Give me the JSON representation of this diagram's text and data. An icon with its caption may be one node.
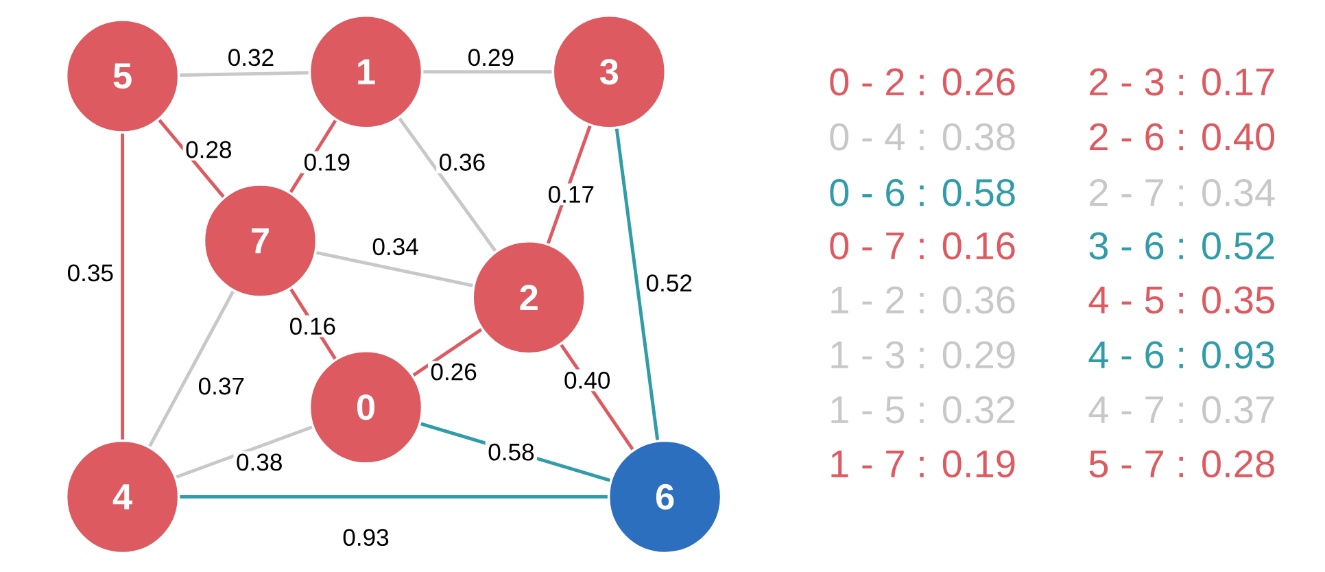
{
  "diagram": {
    "nodes": [
      {
        "text": [
          "5"
        ]
      },
      {
        "text": [
          "1"
        ]
      },
      {
        "text": [
          "3"
        ]
      },
      {
        "text": [
          "7"
        ]
      },
      {
        "text": [
          "2"
        ]
      },
      {
        "text": [
          "0"
        ]
      },
      {
        "text": [
          "4"
        ]
      },
      {
        "text": [
          "6"
        ]
      }
    ],
    "edges": [
      {
        "from": 5,
        "to": 4,
        "arrow": "none",
        "label": "0.26",
        "color": "#dc5a60"
      },
      {
        "from": 5,
        "to": 6,
        "arrow": "none",
        "label": "0.38",
        "color": "#c8c8c8"
      },
      {
        "from": 5,
        "to": 7,
        "arrow": "none",
        "label": "0.58",
        "color": "#2f9ca8"
      },
      {
        "from": 5,
        "to": 3,
        "arrow": "none",
        "label": "0.16",
        "color": "#dc5a60"
      },
      {
        "from": 1,
        "to": 4,
        "arrow": "none",
        "label": "0.36",
        "color": "#c8c8c8"
      },
      {
        "from": 1,
        "to": 2,
        "arrow": "none",
        "label": "0.29",
        "color": "#c8c8c8"
      },
      {
        "from": 1,
        "to": 0,
        "arrow": "none",
        "label": "0.32",
        "color": "#c8c8c8"
      },
      {
        "from": 1,
        "to": 3,
        "arrow": "none",
        "label": "0.19",
        "color": "#dc5a60"
      },
      {
        "from": 4,
        "to": 2,
        "arrow": "none",
        "label": "0.17",
        "color": "#dc5a60"
      },
      {
        "from": 4,
        "to": 7,
        "arrow": "none",
        "label": "0.40",
        "color": "#dc5a60"
      },
      {
        "from": 4,
        "to": 3,
        "arrow": "none",
        "label": "0.34",
        "color": "#c8c8c8"
      },
      {
        "from": 2,
        "to": 7,
        "arrow": "none",
        "label": "0.52",
        "color": "#2f9ca8"
      },
      {
        "from": 6,
        "to": 0,
        "arrow": "none",
        "label": "0.35",
        "color": "#dc5a60"
      },
      {
        "from": 6,
        "to": 7,
        "arrow": "none",
        "label": "0.93",
        "color": "#2f9ca8"
      },
      {
        "from": 6,
        "to": 3,
        "arrow": "none",
        "label": "0.37",
        "color": "#c8c8c8"
      },
      {
        "from": 0,
        "to": 3,
        "arrow": "none",
        "label": "0.28",
        "color": "#dc5a60"
      }
    ],
    "labels": [
      "0 - 2 : 0.26",
      "0 - 4 : 0.38",
      "0 - 6 : 0.58",
      "0 - 7 : 0.16",
      "1 - 2 : 0.36",
      "1 - 3 : 0.29",
      "1 - 5 : 0.32",
      "1 - 7 : 0.19",
      "2 - 3 : 0.17",
      "2 - 6 : 0.40",
      "2 - 7 : 0.34",
      "3 - 6 : 0.52",
      "4 - 5 : 0.35",
      "4 - 6 : 0.93",
      "4 - 7 : 0.37",
      "5 - 7 : 0.28"
    ]
  }
}
